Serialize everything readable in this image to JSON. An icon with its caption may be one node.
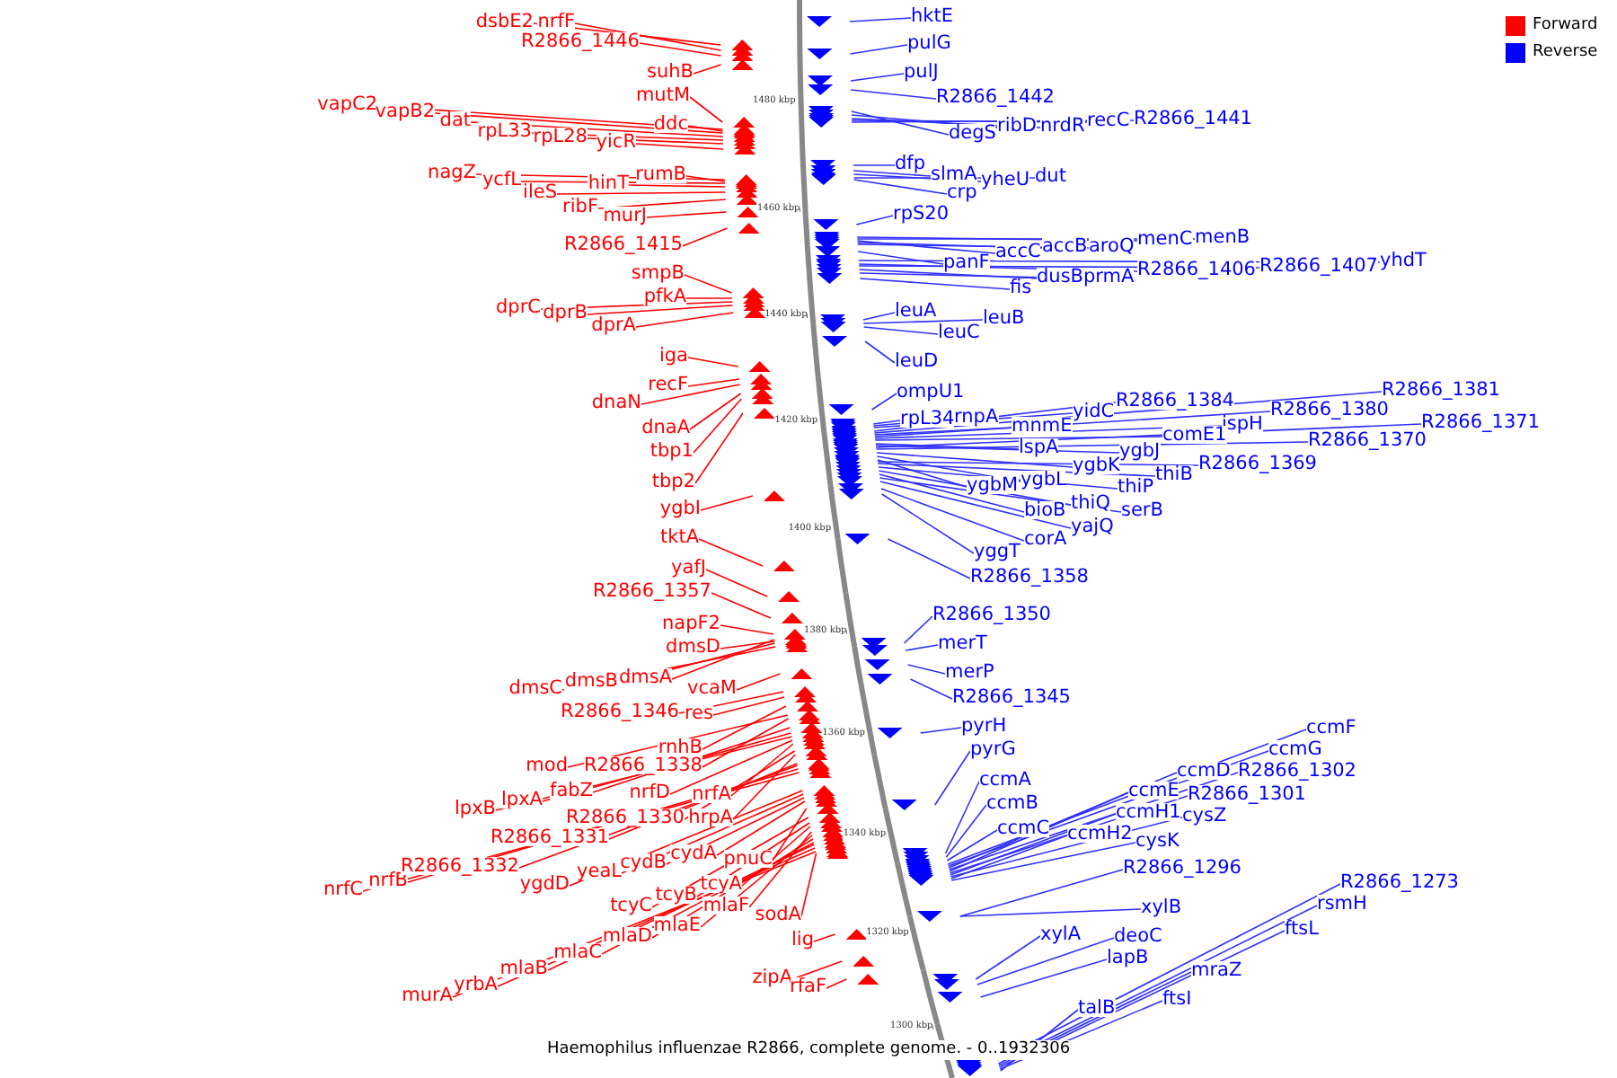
{
  "diagram": {
    "caption": "Haemophilus influenzae R2866, complete genome. - 0..1932306",
    "nodes": [
      {
        "text": [
          "dsbE2"
        ]
      },
      {
        "text": [
          "nrfF"
        ]
      },
      {
        "text": [
          "R2866_1446"
        ]
      },
      {
        "text": [
          "suhB"
        ]
      },
      {
        "text": [
          "vapC2"
        ]
      },
      {
        "text": [
          "vapB2"
        ]
      },
      {
        "text": [
          "dat"
        ]
      },
      {
        "text": [
          "mutM"
        ]
      },
      {
        "text": [
          "ddc"
        ]
      },
      {
        "text": [
          "rpL33"
        ]
      },
      {
        "text": [
          "rpL28"
        ]
      },
      {
        "text": [
          "yicR"
        ]
      },
      {
        "text": [
          "nagZ"
        ]
      },
      {
        "text": [
          "ycfL"
        ]
      },
      {
        "text": [
          "hinT"
        ]
      },
      {
        "text": [
          "rumB"
        ]
      },
      {
        "text": [
          "ileS"
        ]
      },
      {
        "text": [
          "ribF"
        ]
      },
      {
        "text": [
          "murJ"
        ]
      },
      {
        "text": [
          "R2866_1415"
        ]
      },
      {
        "text": [
          "smpB"
        ]
      },
      {
        "text": [
          "pfkA"
        ]
      },
      {
        "text": [
          "dprC"
        ]
      },
      {
        "text": [
          "dprB"
        ]
      },
      {
        "text": [
          "dprA"
        ]
      },
      {
        "text": [
          "iga"
        ]
      },
      {
        "text": [
          "recF"
        ]
      },
      {
        "text": [
          "dnaN"
        ]
      },
      {
        "text": [
          "dnaA"
        ]
      },
      {
        "text": [
          "tbp1"
        ]
      },
      {
        "text": [
          "tbp2"
        ]
      },
      {
        "text": [
          "ygbI"
        ]
      },
      {
        "text": [
          "tktA"
        ]
      },
      {
        "text": [
          "yafJ"
        ]
      },
      {
        "text": [
          "R2866_1357"
        ]
      },
      {
        "text": [
          "napF2"
        ]
      },
      {
        "text": [
          "dmsD"
        ]
      },
      {
        "text": [
          "dmsC"
        ]
      },
      {
        "text": [
          "dmsB"
        ]
      },
      {
        "text": [
          "dmsA"
        ]
      },
      {
        "text": [
          "vcaM"
        ]
      },
      {
        "text": [
          "R2866_1346"
        ]
      },
      {
        "text": [
          "res"
        ]
      },
      {
        "text": [
          "rnhB"
        ]
      },
      {
        "text": [
          "mod"
        ]
      },
      {
        "text": [
          "R2866_1338"
        ]
      },
      {
        "text": [
          "fabZ"
        ]
      },
      {
        "text": [
          "lpxA"
        ]
      },
      {
        "text": [
          "lpxB"
        ]
      },
      {
        "text": [
          "nrfD"
        ]
      },
      {
        "text": [
          "nrfA"
        ]
      },
      {
        "text": [
          "R2866_1330"
        ]
      },
      {
        "text": [
          "hrpA"
        ]
      },
      {
        "text": [
          "R2866_1331"
        ]
      },
      {
        "text": [
          "nrfC"
        ]
      },
      {
        "text": [
          "nrfB"
        ]
      },
      {
        "text": [
          "R2866_1332"
        ]
      },
      {
        "text": [
          "ygdD"
        ]
      },
      {
        "text": [
          "yeaL"
        ]
      },
      {
        "text": [
          "cydB"
        ]
      },
      {
        "text": [
          "cydA"
        ]
      },
      {
        "text": [
          "pnuC"
        ]
      },
      {
        "text": [
          "tcyC"
        ]
      },
      {
        "text": [
          "tcyB"
        ]
      },
      {
        "text": [
          "tcyA"
        ]
      },
      {
        "text": [
          "mlaF"
        ]
      },
      {
        "text": [
          "sodA"
        ]
      },
      {
        "text": [
          "mlaE"
        ]
      },
      {
        "text": [
          "mlaD"
        ]
      },
      {
        "text": [
          "mlaC"
        ]
      },
      {
        "text": [
          "mlaB"
        ]
      },
      {
        "text": [
          "yrbA"
        ]
      },
      {
        "text": [
          "murA"
        ]
      },
      {
        "text": [
          "lig"
        ]
      },
      {
        "text": [
          "zipA"
        ]
      },
      {
        "text": [
          "rfaF"
        ]
      },
      {
        "text": [
          "hktE"
        ]
      },
      {
        "text": [
          "pulG"
        ]
      },
      {
        "text": [
          "pulJ"
        ]
      },
      {
        "text": [
          "R2866_1442"
        ]
      },
      {
        "text": [
          "degS"
        ]
      },
      {
        "text": [
          "ribD"
        ]
      },
      {
        "text": [
          "nrdR"
        ]
      },
      {
        "text": [
          "recC"
        ]
      },
      {
        "text": [
          "R2866_1441"
        ]
      },
      {
        "text": [
          "dfp"
        ]
      },
      {
        "text": [
          "slmA"
        ]
      },
      {
        "text": [
          "yheU"
        ]
      },
      {
        "text": [
          "dut"
        ]
      },
      {
        "text": [
          "crp"
        ]
      },
      {
        "text": [
          "rpS20"
        ]
      },
      {
        "text": [
          "menC"
        ]
      },
      {
        "text": [
          "menB"
        ]
      },
      {
        "text": [
          "accC"
        ]
      },
      {
        "text": [
          "accB"
        ]
      },
      {
        "text": [
          "aroQ"
        ]
      },
      {
        "text": [
          "panF"
        ]
      },
      {
        "text": [
          "fis"
        ]
      },
      {
        "text": [
          "dusB"
        ]
      },
      {
        "text": [
          "prmA"
        ]
      },
      {
        "text": [
          "R2866_1406"
        ]
      },
      {
        "text": [
          "R2866_1407"
        ]
      },
      {
        "text": [
          "yhdT"
        ]
      },
      {
        "text": [
          "leuA"
        ]
      },
      {
        "text": [
          "leuB"
        ]
      },
      {
        "text": [
          "leuC"
        ]
      },
      {
        "text": [
          "leuD"
        ]
      },
      {
        "text": [
          "ompU1"
        ]
      },
      {
        "text": [
          "rpL34"
        ]
      },
      {
        "text": [
          "rnpA"
        ]
      },
      {
        "text": [
          "yidC"
        ]
      },
      {
        "text": [
          "R2866_1384"
        ]
      },
      {
        "text": [
          "R2866_1381"
        ]
      },
      {
        "text": [
          "mnmE"
        ]
      },
      {
        "text": [
          "R2866_1380"
        ]
      },
      {
        "text": [
          "ispH"
        ]
      },
      {
        "text": [
          "comE1"
        ]
      },
      {
        "text": [
          "lspA"
        ]
      },
      {
        "text": [
          "ygbJ"
        ]
      },
      {
        "text": [
          "R2866_1371"
        ]
      },
      {
        "text": [
          "R2866_1370"
        ]
      },
      {
        "text": [
          "ygbK"
        ]
      },
      {
        "text": [
          "ygbL"
        ]
      },
      {
        "text": [
          "ygbM"
        ]
      },
      {
        "text": [
          "thiB"
        ]
      },
      {
        "text": [
          "R2866_1369"
        ]
      },
      {
        "text": [
          "thiP"
        ]
      },
      {
        "text": [
          "thiQ"
        ]
      },
      {
        "text": [
          "bioB"
        ]
      },
      {
        "text": [
          "serB"
        ]
      },
      {
        "text": [
          "yajQ"
        ]
      },
      {
        "text": [
          "corA"
        ]
      },
      {
        "text": [
          "yggT"
        ]
      },
      {
        "text": [
          "R2866_1358"
        ]
      },
      {
        "text": [
          "R2866_1350"
        ]
      },
      {
        "text": [
          "merT"
        ]
      },
      {
        "text": [
          "merP"
        ]
      },
      {
        "text": [
          "R2866_1345"
        ]
      },
      {
        "text": [
          "pyrH"
        ]
      },
      {
        "text": [
          "pyrG"
        ]
      },
      {
        "text": [
          "ccmA"
        ]
      },
      {
        "text": [
          "ccmB"
        ]
      },
      {
        "text": [
          "ccmC"
        ]
      },
      {
        "text": [
          "ccmF"
        ]
      },
      {
        "text": [
          "ccmG"
        ]
      },
      {
        "text": [
          "ccmD"
        ]
      },
      {
        "text": [
          "R2866_1302"
        ]
      },
      {
        "text": [
          "ccmE"
        ]
      },
      {
        "text": [
          "R2866_1301"
        ]
      },
      {
        "text": [
          "ccmH1"
        ]
      },
      {
        "text": [
          "cysZ"
        ]
      },
      {
        "text": [
          "ccmH2"
        ]
      },
      {
        "text": [
          "cysK"
        ]
      },
      {
        "text": [
          "R2866_1296"
        ]
      },
      {
        "text": [
          "xylB"
        ]
      },
      {
        "text": [
          "xylA"
        ]
      },
      {
        "text": [
          "deoC"
        ]
      },
      {
        "text": [
          "lapB"
        ]
      },
      {
        "text": [
          "R2866_1273"
        ]
      },
      {
        "text": [
          "rsmH"
        ]
      },
      {
        "text": [
          "ftsL"
        ]
      },
      {
        "text": [
          "mraZ"
        ]
      },
      {
        "text": [
          "ftsI"
        ]
      },
      {
        "text": [
          "talB"
        ]
      }
    ],
    "edges": [
      {
        "from": 0,
        "to": null,
        "arrow": "none",
        "color": "#ff0000"
      },
      {
        "from": 1,
        "to": null,
        "arrow": "none",
        "color": "#ff0000"
      },
      {
        "from": 2,
        "to": null,
        "arrow": "none",
        "color": "#ff0000"
      },
      {
        "from": 3,
        "to": null,
        "arrow": "none",
        "color": "#ff0000"
      },
      {
        "from": 4,
        "to": null,
        "arrow": "none",
        "color": "#ff0000"
      },
      {
        "from": 5,
        "to": null,
        "arrow": "none",
        "color": "#ff0000"
      },
      {
        "from": 6,
        "to": null,
        "arrow": "none",
        "color": "#ff0000"
      },
      {
        "from": 7,
        "to": null,
        "arrow": "none",
        "color": "#ff0000"
      },
      {
        "from": 8,
        "to": null,
        "arrow": "none",
        "color": "#ff0000"
      },
      {
        "from": 9,
        "to": null,
        "arrow": "none",
        "color": "#ff0000"
      },
      {
        "from": 10,
        "to": null,
        "arrow": "none",
        "color": "#ff0000"
      },
      {
        "from": 11,
        "to": null,
        "arrow": "none",
        "color": "#ff0000"
      },
      {
        "from": 12,
        "to": null,
        "arrow": "none",
        "color": "#ff0000"
      },
      {
        "from": 13,
        "to": null,
        "arrow": "none",
        "color": "#ff0000"
      },
      {
        "from": 14,
        "to": null,
        "arrow": "none",
        "color": "#ff0000"
      },
      {
        "from": 15,
        "to": null,
        "arrow": "none",
        "color": "#ff0000"
      },
      {
        "from": 16,
        "to": null,
        "arrow": "none",
        "color": "#ff0000"
      },
      {
        "from": 17,
        "to": null,
        "arrow": "none",
        "color": "#ff0000"
      },
      {
        "from": 18,
        "to": null,
        "arrow": "none",
        "color": "#ff0000"
      },
      {
        "from": 19,
        "to": null,
        "arrow": "none",
        "color": "#ff0000"
      },
      {
        "from": 20,
        "to": null,
        "arrow": "none",
        "color": "#ff0000"
      },
      {
        "from": 21,
        "to": null,
        "arrow": "none",
        "color": "#ff0000"
      },
      {
        "from": 22,
        "to": null,
        "arrow": "none",
        "color": "#ff0000"
      },
      {
        "from": 23,
        "to": null,
        "arrow": "none",
        "color": "#ff0000"
      },
      {
        "from": 24,
        "to": null,
        "arrow": "none",
        "color": "#ff0000"
      },
      {
        "from": 25,
        "to": null,
        "arrow": "none",
        "color": "#ff0000"
      },
      {
        "from": 26,
        "to": null,
        "arrow": "none",
        "color": "#ff0000"
      },
      {
        "from": 27,
        "to": null,
        "arrow": "none",
        "color": "#ff0000"
      },
      {
        "from": 28,
        "to": null,
        "arrow": "none",
        "color": "#ff0000"
      },
      {
        "from": 29,
        "to": null,
        "arrow": "none",
        "color": "#ff0000"
      },
      {
        "from": 30,
        "to": null,
        "arrow": "none",
        "color": "#ff0000"
      },
      {
        "from": 31,
        "to": null,
        "arrow": "none",
        "color": "#ff0000"
      },
      {
        "from": 32,
        "to": null,
        "arrow": "none",
        "color": "#ff0000"
      },
      {
        "from": 33,
        "to": null,
        "arrow": "none",
        "color": "#ff0000"
      },
      {
        "from": 34,
        "to": null,
        "arrow": "none",
        "color": "#ff0000"
      },
      {
        "from": 35,
        "to": null,
        "arrow": "none",
        "color": "#ff0000"
      },
      {
        "from": 36,
        "to": null,
        "arrow": "none",
        "color": "#ff0000"
      },
      {
        "from": 37,
        "to": null,
        "arrow": "none",
        "color": "#ff0000"
      },
      {
        "from": 38,
        "to": null,
        "arrow": "none",
        "color": "#ff0000"
      },
      {
        "from": 39,
        "to": null,
        "arrow": "none",
        "color": "#ff0000"
      },
      {
        "from": 40,
        "to": null,
        "arrow": "none",
        "color": "#ff0000"
      },
      {
        "from": 41,
        "to": null,
        "arrow": "none",
        "color": "#ff0000"
      },
      {
        "from": 42,
        "to": null,
        "arrow": "none",
        "color": "#ff0000"
      },
      {
        "from": 43,
        "to": null,
        "arrow": "none",
        "color": "#ff0000"
      },
      {
        "from": 44,
        "to": null,
        "arrow": "none",
        "color": "#ff0000"
      },
      {
        "from": 45,
        "to": null,
        "arrow": "none",
        "color": "#ff0000"
      },
      {
        "from": 46,
        "to": null,
        "arrow": "none",
        "color": "#ff0000"
      },
      {
        "from": 47,
        "to": null,
        "arrow": "none",
        "color": "#ff0000"
      },
      {
        "from": 48,
        "to": null,
        "arrow": "none",
        "color": "#ff0000"
      },
      {
        "from": 49,
        "to": null,
        "arrow": "none",
        "color": "#ff0000"
      },
      {
        "from": 50,
        "to": null,
        "arrow": "none",
        "color": "#ff0000"
      },
      {
        "from": 51,
        "to": null,
        "arrow": "none",
        "color": "#ff0000"
      },
      {
        "from": 52,
        "to": null,
        "arrow": "none",
        "color": "#ff0000"
      },
      {
        "from": 53,
        "to": null,
        "arrow": "none",
        "color": "#ff0000"
      },
      {
        "from": 54,
        "to": null,
        "arrow": "none",
        "color": "#ff0000"
      },
      {
        "from": 55,
        "to": null,
        "arrow": "none",
        "color": "#ff0000"
      },
      {
        "from": 56,
        "to": null,
        "arrow": "none",
        "color": "#ff0000"
      },
      {
        "from": 57,
        "to": null,
        "arrow": "none",
        "color": "#ff0000"
      },
      {
        "from": 58,
        "to": null,
        "arrow": "none",
        "color": "#ff0000"
      },
      {
        "from": 59,
        "to": null,
        "arrow": "none",
        "color": "#ff0000"
      },
      {
        "from": 60,
        "to": null,
        "arrow": "none",
        "color": "#ff0000"
      },
      {
        "from": 61,
        "to": null,
        "arrow": "none",
        "color": "#ff0000"
      },
      {
        "from": 62,
        "to": null,
        "arrow": "none",
        "color": "#ff0000"
      },
      {
        "from": 63,
        "to": null,
        "arrow": "none",
        "color": "#ff0000"
      },
      {
        "from": 64,
        "to": null,
        "arrow": "none",
        "color": "#ff0000"
      },
      {
        "from": 65,
        "to": null,
        "arrow": "none",
        "color": "#ff0000"
      },
      {
        "from": 66,
        "to": null,
        "arrow": "none",
        "color": "#ff0000"
      },
      {
        "from": 67,
        "to": null,
        "arrow": "none",
        "color": "#ff0000"
      },
      {
        "from": 68,
        "to": null,
        "arrow": "none",
        "color": "#ff0000"
      },
      {
        "from": 69,
        "to": null,
        "arrow": "none",
        "color": "#ff0000"
      },
      {
        "from": 70,
        "to": null,
        "arrow": "none",
        "color": "#ff0000"
      },
      {
        "from": 71,
        "to": null,
        "arrow": "none",
        "color": "#ff0000"
      },
      {
        "from": 72,
        "to": null,
        "arrow": "none",
        "color": "#ff0000"
      },
      {
        "from": 73,
        "to": null,
        "arrow": "none",
        "color": "#ff0000"
      },
      {
        "from": 74,
        "to": null,
        "arrow": "none",
        "color": "#ff0000"
      },
      {
        "from": 75,
        "to": null,
        "arrow": "none",
        "color": "#ff0000"
      },
      {
        "from": 76,
        "to": null,
        "arrow": "none"
      },
      {
        "from": 77,
        "to": null,
        "arrow": "none"
      },
      {
        "from": 78,
        "to": null,
        "arrow": "none"
      },
      {
        "from": 79,
        "to": null,
        "arrow": "none"
      },
      {
        "from": 80,
        "to": null,
        "arrow": "none"
      },
      {
        "from": 81,
        "to": null,
        "arrow": "none"
      },
      {
        "from": 82,
        "to": null,
        "arrow": "none"
      },
      {
        "from": 83,
        "to": null,
        "arrow": "none"
      },
      {
        "from": 84,
        "to": null,
        "arrow": "none"
      },
      {
        "from": 85,
        "to": null,
        "arrow": "none"
      },
      {
        "from": 86,
        "to": null,
        "arrow": "none"
      },
      {
        "from": 87,
        "to": null,
        "arrow": "none"
      },
      {
        "from": 88,
        "to": null,
        "arrow": "none"
      },
      {
        "from": 89,
        "to": null,
        "arrow": "none"
      },
      {
        "from": 90,
        "to": null,
        "arrow": "none"
      },
      {
        "from": 91,
        "to": null,
        "arrow": "none"
      },
      {
        "from": 92,
        "to": null,
        "arrow": "none"
      },
      {
        "from": 93,
        "to": null,
        "arrow": "none"
      },
      {
        "from": 94,
        "to": null,
        "arrow": "none"
      },
      {
        "from": 95,
        "to": null,
        "arrow": "none"
      },
      {
        "from": 96,
        "to": null,
        "arrow": "none"
      },
      {
        "from": 97,
        "to": null,
        "arrow": "none"
      },
      {
        "from": 98,
        "to": null,
        "arrow": "none"
      },
      {
        "from": 99,
        "to": null,
        "arrow": "none"
      },
      {
        "from": 100,
        "to": null,
        "arrow": "none"
      },
      {
        "from": 101,
        "to": null,
        "arrow": "none"
      },
      {
        "from": 102,
        "to": null,
        "arrow": "none"
      },
      {
        "from": 103,
        "to": null,
        "arrow": "none"
      },
      {
        "from": 104,
        "to": null,
        "arrow": "none"
      },
      {
        "from": 105,
        "to": null,
        "arrow": "none"
      },
      {
        "from": 106,
        "to": null,
        "arrow": "none"
      },
      {
        "from": 107,
        "to": null,
        "arrow": "none"
      },
      {
        "from": 108,
        "to": null,
        "arrow": "none"
      },
      {
        "from": 109,
        "to": null,
        "arrow": "none"
      },
      {
        "from": 110,
        "to": null,
        "arrow": "none"
      },
      {
        "from": 111,
        "to": null,
        "arrow": "none"
      },
      {
        "from": 112,
        "to": null,
        "arrow": "none"
      },
      {
        "from": 113,
        "to": null,
        "arrow": "none"
      },
      {
        "from": 114,
        "to": null,
        "arrow": "none"
      },
      {
        "from": 115,
        "to": null,
        "arrow": "none"
      },
      {
        "from": 116,
        "to": null,
        "arrow": "none"
      },
      {
        "from": 117,
        "to": null,
        "arrow": "none"
      },
      {
        "from": 118,
        "to": null,
        "arrow": "none"
      },
      {
        "from": 119,
        "to": null,
        "arrow": "none"
      },
      {
        "from": 120,
        "to": null,
        "arrow": "none"
      },
      {
        "from": 121,
        "to": null,
        "arrow": "none"
      },
      {
        "from": 122,
        "to": null,
        "arrow": "none"
      },
      {
        "from": 123,
        "to": null,
        "arrow": "none"
      },
      {
        "from": 124,
        "to": null,
        "arrow": "none"
      },
      {
        "from": 125,
        "to": null,
        "arrow": "none"
      },
      {
        "from": 126,
        "to": null,
        "arrow": "none"
      },
      {
        "from": 127,
        "to": null,
        "arrow": "none"
      },
      {
        "from": 128,
        "to": null,
        "arrow": "none"
      },
      {
        "from": 129,
        "to": null,
        "arrow": "none"
      },
      {
        "from": 130,
        "to": null,
        "arrow": "none"
      },
      {
        "from": 131,
        "to": null,
        "arrow": "none"
      },
      {
        "from": 132,
        "to": null,
        "arrow": "none"
      },
      {
        "from": 133,
        "to": null,
        "arrow": "none"
      },
      {
        "from": 134,
        "to": null,
        "arrow": "none"
      },
      {
        "from": 135,
        "to": null,
        "arrow": "none"
      },
      {
        "from": 136,
        "to": null,
        "arrow": "none"
      },
      {
        "from": 137,
        "to": null,
        "arrow": "none"
      },
      {
        "from": 138,
        "to": null,
        "arrow": "none"
      },
      {
        "from": 139,
        "to": null,
        "arrow": "none"
      },
      {
        "from": 140,
        "to": null,
        "arrow": "none"
      },
      {
        "from": 141,
        "to": null,
        "arrow": "none"
      },
      {
        "from": 142,
        "to": null,
        "arrow": "none"
      },
      {
        "from": 143,
        "to": null,
        "arrow": "none"
      },
      {
        "from": 144,
        "to": null,
        "arrow": "none"
      },
      {
        "from": 145,
        "to": null,
        "arrow": "none"
      },
      {
        "from": 146,
        "to": null,
        "arrow": "none"
      },
      {
        "from": 147,
        "to": null,
        "arrow": "none"
      },
      {
        "from": 148,
        "to": null,
        "arrow": "none"
      },
      {
        "from": 149,
        "to": null,
        "arrow": "none"
      },
      {
        "from": 150,
        "to": null,
        "arrow": "none"
      },
      {
        "from": 151,
        "to": null,
        "arrow": "none"
      },
      {
        "from": 152,
        "to": null,
        "arrow": "none"
      },
      {
        "from": 153,
        "to": null,
        "arrow": "none"
      },
      {
        "from": 154,
        "to": null,
        "arrow": "none"
      },
      {
        "from": 155,
        "to": null,
        "arrow": "none"
      },
      {
        "from": 156,
        "to": null,
        "arrow": "none"
      },
      {
        "from": 157,
        "to": null,
        "arrow": "none"
      },
      {
        "from": 158,
        "to": null,
        "arrow": "none"
      },
      {
        "from": 159,
        "to": null,
        "arrow": "none"
      },
      {
        "from": 160,
        "to": null,
        "arrow": "none"
      },
      {
        "from": 161,
        "to": null,
        "arrow": "none"
      },
      {
        "from": 162,
        "to": null,
        "arrow": "none"
      },
      {
        "from": 163,
        "to": null,
        "arrow": "none"
      }
    ],
    "labels": [
      "1480 kbp",
      "1460 kbp",
      "1440 kbp",
      "1420 kbp",
      "1400 kbp",
      "1380 kbp",
      "1360 kbp",
      "1340 kbp",
      "1320 kbp",
      "1300 kbp"
    ],
    "legend": [
      {
        "text": "Forward",
        "color": "#ff0000"
      },
      {
        "text": "Reverse",
        "color": "#0000ff"
      }
    ]
  }
}
